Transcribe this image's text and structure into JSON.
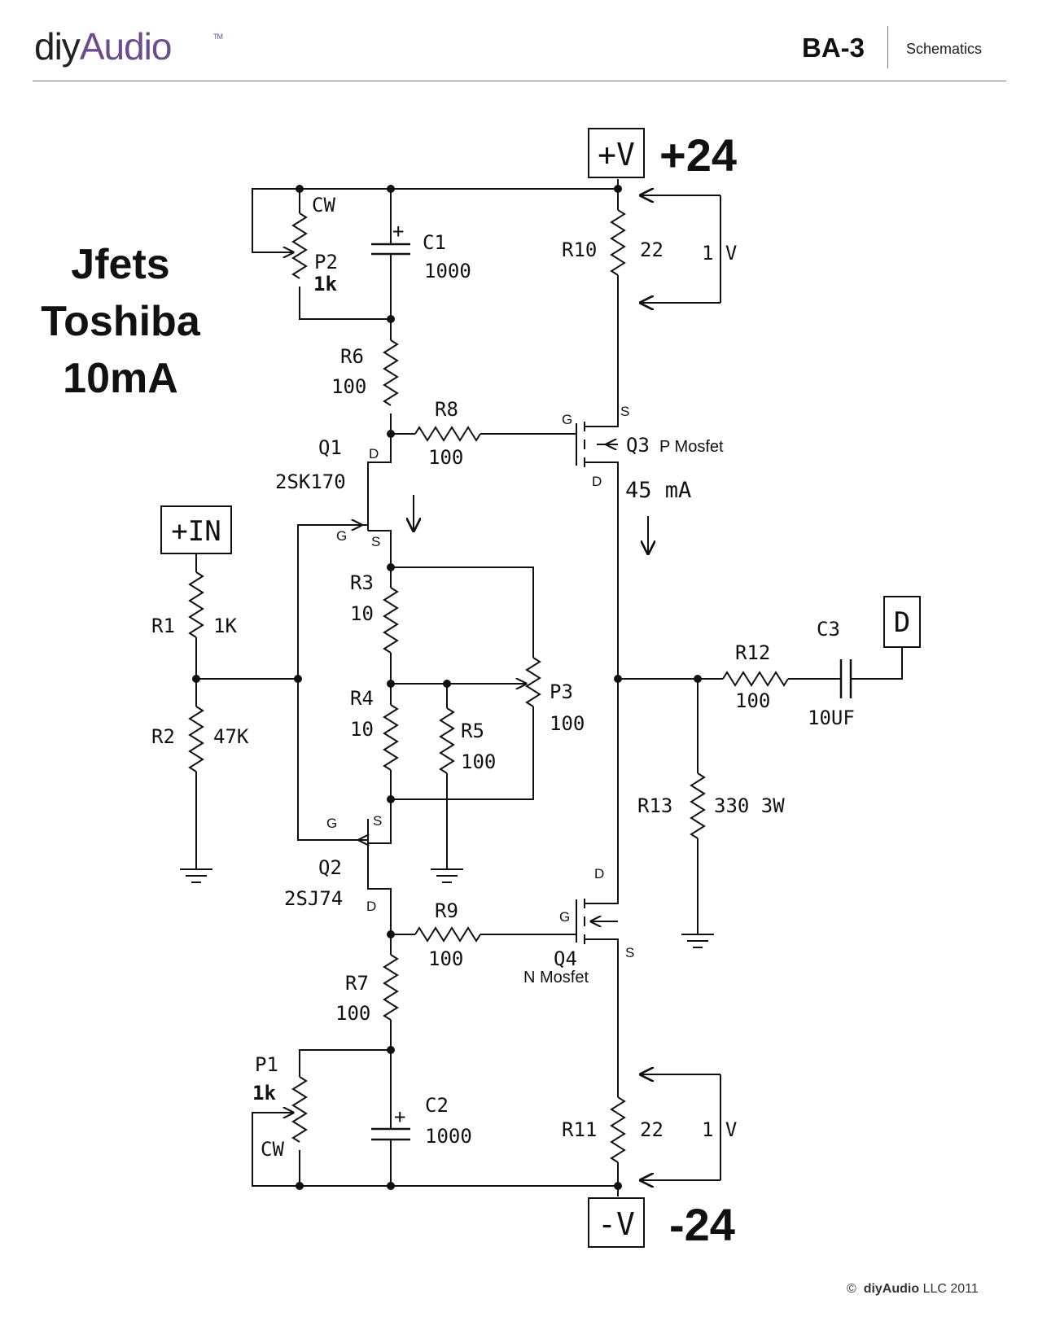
{
  "header": {
    "logo_part1": "diy",
    "logo_part2": "Audio",
    "logo_tm": "TM",
    "doc_code": "BA-3",
    "doc_section": "Schematics"
  },
  "footer": {
    "copyright_symbol": "©",
    "brand": "diyAudio",
    "rest": "LLC 2011"
  },
  "colors": {
    "logo_accent": "#6c4c8c",
    "ink": "#111111"
  },
  "notes": [
    "Jfets",
    "Toshiba",
    "10mA"
  ],
  "supply": {
    "pos_label": "+V",
    "pos_value": "+24",
    "neg_label": "-V",
    "neg_value": "-24"
  },
  "ports": {
    "input": "+IN",
    "output": "D"
  },
  "components": {
    "R1": {
      "name": "R1",
      "value": "1K"
    },
    "R2": {
      "name": "R2",
      "value": "47K"
    },
    "R3": {
      "name": "R3",
      "value": "10"
    },
    "R4": {
      "name": "R4",
      "value": "10"
    },
    "R5": {
      "name": "R5",
      "value": "100"
    },
    "R6": {
      "name": "R6",
      "value": "100"
    },
    "R7": {
      "name": "R7",
      "value": "100"
    },
    "R8": {
      "name": "R8",
      "value": "100"
    },
    "R9": {
      "name": "R9",
      "value": "100"
    },
    "R10": {
      "name": "R10",
      "value": "22"
    },
    "R11": {
      "name": "R11",
      "value": "22"
    },
    "R12": {
      "name": "R12",
      "value": "100"
    },
    "R13": {
      "name": "R13",
      "value": "330 3W"
    },
    "C1": {
      "name": "C1",
      "value": "1000"
    },
    "C2": {
      "name": "C2",
      "value": "1000"
    },
    "C3": {
      "name": "C3",
      "value": "10UF"
    },
    "P1": {
      "name": "P1",
      "value": "1k"
    },
    "P2": {
      "name": "P2",
      "value": "1k"
    },
    "P3": {
      "name": "P3",
      "value": "100"
    },
    "Q1": {
      "name": "Q1",
      "part": "2SK170"
    },
    "Q2": {
      "name": "Q2",
      "part": "2SJ74"
    },
    "Q3": {
      "name": "Q3",
      "part": "P Mosfet"
    },
    "Q4": {
      "name": "Q4",
      "part": "N Mosfet"
    }
  },
  "pins": {
    "gate": "G",
    "drain": "D",
    "source": "S",
    "clockwise": "CW",
    "plus": "+"
  },
  "annotations": {
    "v_r10": "1 V",
    "v_r11": "1 V",
    "q3_current": "45 mA"
  }
}
